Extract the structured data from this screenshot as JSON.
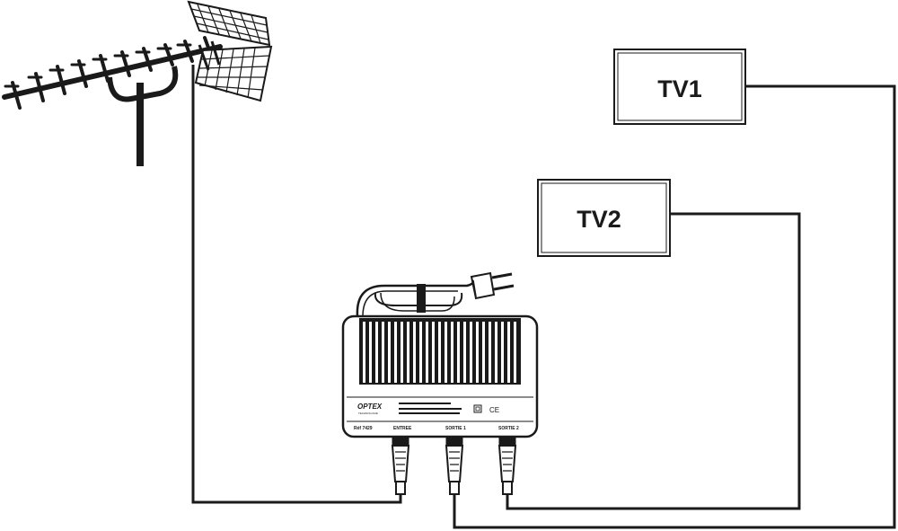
{
  "tv1": {
    "label": "TV1"
  },
  "tv2": {
    "label": "TV2"
  },
  "amplifier": {
    "brand": "OPTEX",
    "brand_sub": "TECHNOLOGIE",
    "ref": "Réf 7429",
    "input_label": "ENTREE",
    "output1_label": "SORTIE 1",
    "output2_label": "SORTIE 2",
    "ce_mark": "CE"
  },
  "colors": {
    "line": "#1a1a1a",
    "background": "#ffffff"
  }
}
